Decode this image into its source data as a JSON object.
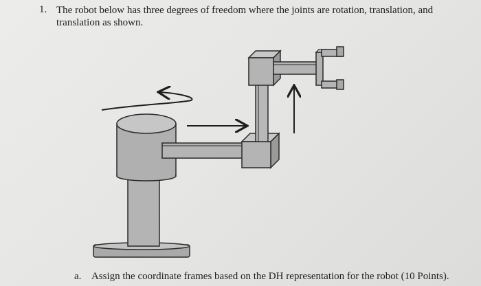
{
  "question": {
    "number": "1.",
    "text": "The robot below has three degrees of freedom where the joints are rotation, translation, and translation as shown."
  },
  "part_a": {
    "label": "a.",
    "text": "Assign the coordinate frames based on the DH representation for the robot (10 Points)."
  },
  "colors": {
    "link_fill": "#b4b4b4",
    "link_stroke": "#2a2a2a",
    "arrow": "#1e1e1e"
  }
}
